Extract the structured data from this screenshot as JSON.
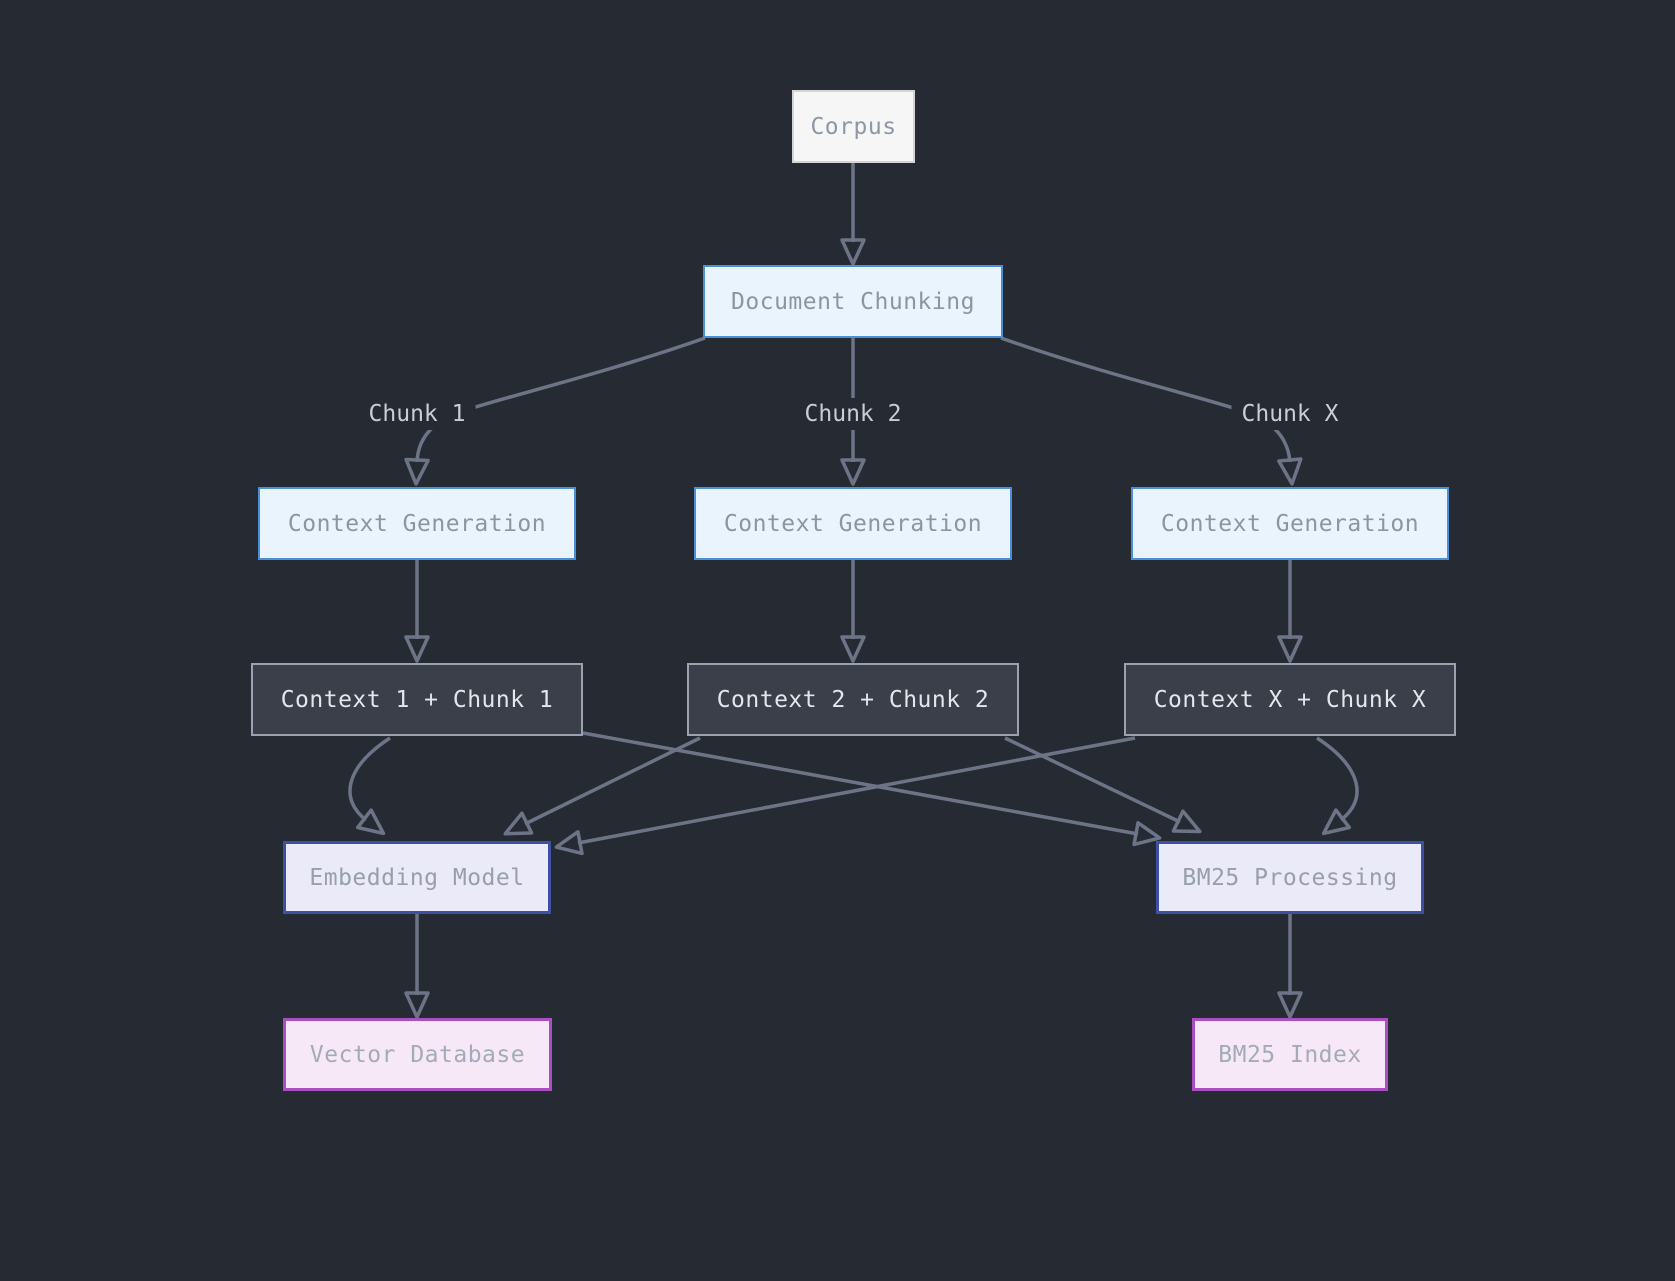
{
  "diagram": {
    "type": "flowchart",
    "background_color": "#262a33",
    "edge_color": "#6c7587",
    "edge_label_color": "#c9ced6",
    "nodes": {
      "corpus": {
        "label": "Corpus",
        "fill": "#f6f6f6",
        "border": "#d4d4d4",
        "text_color": "#8f97a4"
      },
      "document_chunking": {
        "label": "Document Chunking",
        "fill": "#e9f4fd",
        "border": "#4a90d9",
        "text_color": "#8d95a1"
      },
      "context_generation_1": {
        "label": "Context Generation",
        "fill": "#e9f4fd",
        "border": "#4a90d9",
        "text_color": "#8d95a1"
      },
      "context_generation_2": {
        "label": "Context Generation",
        "fill": "#e9f4fd",
        "border": "#4a90d9",
        "text_color": "#8d95a1"
      },
      "context_generation_x": {
        "label": "Context Generation",
        "fill": "#e9f4fd",
        "border": "#4a90d9",
        "text_color": "#8d95a1"
      },
      "context_chunk_1": {
        "label": "Context 1 + Chunk 1",
        "fill": "#3a3f4a",
        "border": "#9aa2b0",
        "text_color": "#e3e7ec"
      },
      "context_chunk_2": {
        "label": "Context 2 + Chunk 2",
        "fill": "#3a3f4a",
        "border": "#9aa2b0",
        "text_color": "#e3e7ec"
      },
      "context_chunk_x": {
        "label": "Context X + Chunk X",
        "fill": "#3a3f4a",
        "border": "#9aa2b0",
        "text_color": "#e3e7ec"
      },
      "embedding_model": {
        "label": "Embedding Model",
        "fill": "#eaeaf8",
        "border": "#3c50a4",
        "text_color": "#989fab"
      },
      "bm25_processing": {
        "label": "BM25 Processing",
        "fill": "#eaeaf8",
        "border": "#3c50a4",
        "text_color": "#989fab"
      },
      "vector_database": {
        "label": "Vector Database",
        "fill": "#f6e8f6",
        "border": "#a94fc0",
        "text_color": "#a3abb8"
      },
      "bm25_index": {
        "label": "BM25 Index",
        "fill": "#f6e8f6",
        "border": "#a94fc0",
        "text_color": "#a3abb8"
      }
    },
    "edge_labels": [
      "Chunk 1",
      "Chunk 2",
      "Chunk X"
    ],
    "edges": [
      {
        "from": "Corpus",
        "to": "Document Chunking",
        "label": ""
      },
      {
        "from": "Document Chunking",
        "to": "Context Generation",
        "label": "Chunk 1"
      },
      {
        "from": "Document Chunking",
        "to": "Context Generation",
        "label": "Chunk 2"
      },
      {
        "from": "Document Chunking",
        "to": "Context Generation",
        "label": "Chunk X"
      },
      {
        "from": "Context Generation",
        "to": "Context 1 + Chunk 1",
        "label": ""
      },
      {
        "from": "Context Generation",
        "to": "Context 2 + Chunk 2",
        "label": ""
      },
      {
        "from": "Context Generation",
        "to": "Context X + Chunk X",
        "label": ""
      },
      {
        "from": "Context 1 + Chunk 1",
        "to": "Embedding Model",
        "label": ""
      },
      {
        "from": "Context 2 + Chunk 2",
        "to": "Embedding Model",
        "label": ""
      },
      {
        "from": "Context X + Chunk X",
        "to": "Embedding Model",
        "label": ""
      },
      {
        "from": "Context 1 + Chunk 1",
        "to": "BM25 Processing",
        "label": ""
      },
      {
        "from": "Context 2 + Chunk 2",
        "to": "BM25 Processing",
        "label": ""
      },
      {
        "from": "Context X + Chunk X",
        "to": "BM25 Processing",
        "label": ""
      },
      {
        "from": "Embedding Model",
        "to": "Vector Database",
        "label": ""
      },
      {
        "from": "BM25 Processing",
        "to": "BM25 Index",
        "label": ""
      }
    ]
  }
}
